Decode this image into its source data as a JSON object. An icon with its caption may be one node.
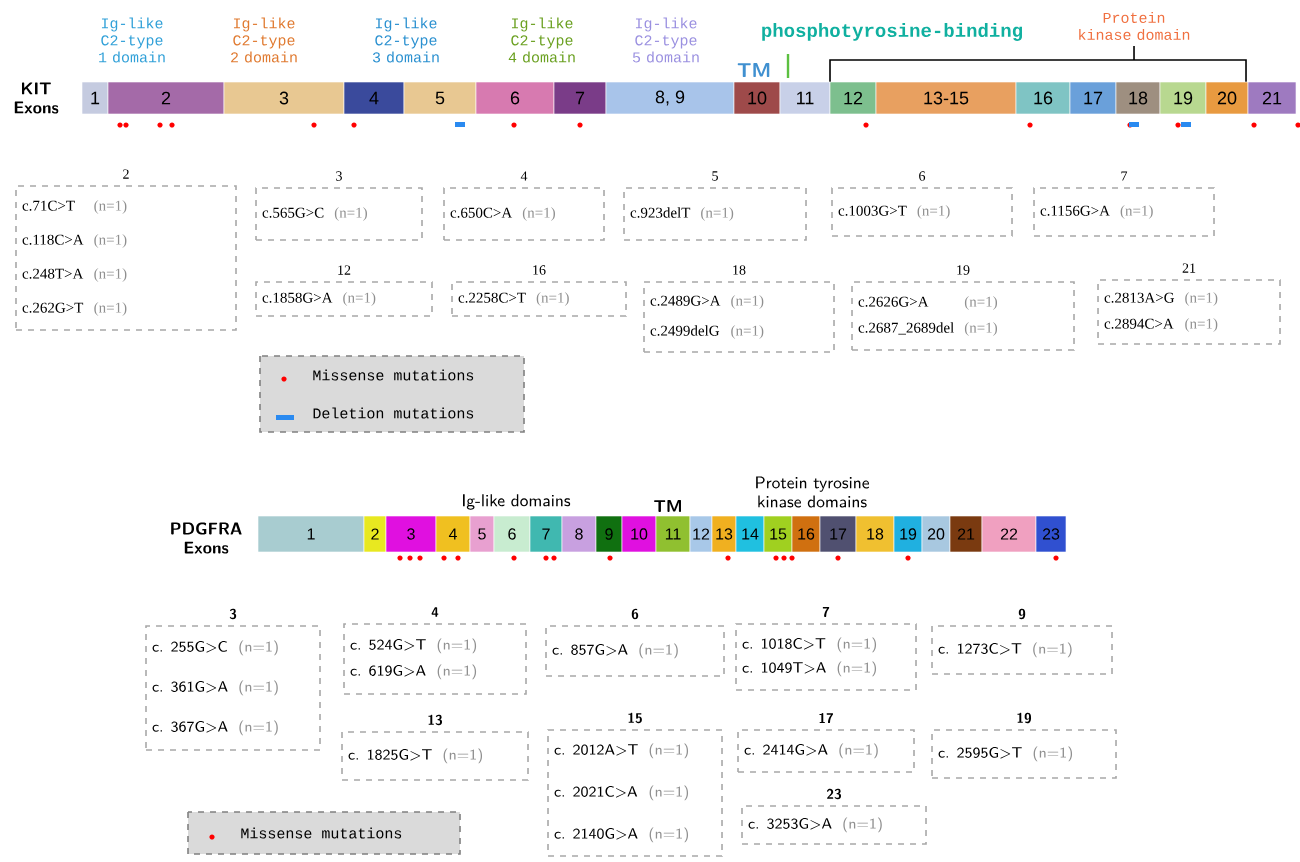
{
  "diagram": {
    "nodes": [
      {
        "text": [
          "1"
        ]
      },
      {
        "text": [
          "2"
        ]
      },
      {
        "text": [
          "3"
        ]
      },
      {
        "text": [
          "4"
        ]
      },
      {
        "text": [
          "5"
        ]
      },
      {
        "text": [
          "6"
        ]
      },
      {
        "text": [
          "7"
        ]
      },
      {
        "text": [
          "8, 9"
        ]
      },
      {
        "text": [
          "10"
        ]
      },
      {
        "text": [
          "11"
        ]
      },
      {
        "text": [
          "12"
        ]
      },
      {
        "text": [
          "13-15"
        ]
      },
      {
        "text": [
          "16"
        ]
      },
      {
        "text": [
          "17"
        ]
      },
      {
        "text": [
          "18"
        ]
      },
      {
        "text": [
          "19"
        ]
      },
      {
        "text": [
          "20"
        ]
      },
      {
        "text": [
          "21"
        ]
      },
      {
        "text": [
          "c.71C>T",
          "(n=1)",
          "c.118C>A",
          "(n=1)",
          "c.248T>A",
          "(n=1)",
          "c.262G>T",
          "(n=1)"
        ],
        "beside": [
          "2"
        ]
      },
      {
        "text": [
          "c.565G>C",
          "(n=1)"
        ],
        "beside": [
          "3"
        ]
      },
      {
        "text": [
          "c.650C>A",
          "(n=1)"
        ],
        "beside": [
          "4"
        ]
      },
      {
        "text": [
          "c.923delT",
          "(n=1)"
        ],
        "beside": [
          "5"
        ]
      },
      {
        "text": [
          "c.1003G>T",
          "(n=1)"
        ],
        "beside": [
          "6"
        ]
      },
      {
        "text": [
          "c.1156G>A",
          "(n=1)"
        ],
        "beside": [
          "7"
        ]
      },
      {
        "text": [
          "c.1858G>A",
          "(n=1)"
        ],
        "beside": [
          "12"
        ]
      },
      {
        "text": [
          "c.2258C>T",
          "(n=1)"
        ],
        "beside": [
          "16"
        ]
      },
      {
        "text": [
          "c.2489G>A",
          "(n=1)",
          "c.2499delG",
          "(n=1)"
        ],
        "beside": [
          "18"
        ]
      },
      {
        "text": [
          "c.2626G>A",
          "(n=1)",
          "c.2687_2689del",
          "(n=1)"
        ],
        "beside": [
          "19"
        ]
      },
      {
        "text": [
          "c.2813A>G",
          "(n=1)",
          "c.2894C>A",
          "(n=1)"
        ],
        "beside": [
          "21"
        ]
      },
      {
        "text": [
          "1"
        ]
      },
      {
        "text": [
          "2"
        ]
      },
      {
        "text": [
          "3"
        ]
      },
      {
        "text": [
          "4"
        ]
      },
      {
        "text": [
          "5"
        ]
      },
      {
        "text": [
          "6"
        ]
      },
      {
        "text": [
          "7"
        ]
      },
      {
        "text": [
          "8"
        ]
      },
      {
        "text": [
          "9"
        ]
      },
      {
        "text": [
          "10"
        ]
      },
      {
        "text": [
          "11"
        ]
      },
      {
        "text": [
          "12"
        ]
      },
      {
        "text": [
          "13"
        ]
      },
      {
        "text": [
          "14"
        ]
      },
      {
        "text": [
          "15"
        ]
      },
      {
        "text": [
          "16"
        ]
      },
      {
        "text": [
          "17"
        ]
      },
      {
        "text": [
          "18"
        ]
      },
      {
        "text": [
          "19"
        ]
      },
      {
        "text": [
          "20"
        ]
      },
      {
        "text": [
          "21"
        ]
      },
      {
        "text": [
          "22"
        ]
      },
      {
        "text": [
          "23"
        ]
      },
      {
        "text": [
          "c. 255G>C",
          "(n=1)",
          "c. 361G>A",
          "(n=1)",
          "c. 367G>A",
          "(n=1)"
        ],
        "beside": [
          "3"
        ]
      },
      {
        "text": [
          "c. 524G>T",
          "(n=1)",
          "c. 619G>A",
          "(n=1)"
        ],
        "beside": [
          "4"
        ]
      },
      {
        "text": [
          "c. 857G>A",
          "(n=1)"
        ],
        "beside": [
          "6"
        ]
      },
      {
        "text": [
          "c. 1018C>T",
          "(n=1)",
          "c. 1049T>A",
          "(n=1)"
        ],
        "beside": [
          "7"
        ]
      },
      {
        "text": [
          "c. 1273C>T",
          "(n=1)"
        ],
        "beside": [
          "9"
        ]
      },
      {
        "text": [
          "c. 1825G>T",
          "(n=1)"
        ],
        "beside": [
          "13"
        ]
      },
      {
        "text": [
          "c. 2012A>T",
          "(n=1)",
          "c. 2021C>A",
          "(n=1)",
          "c. 2140G>A",
          "(n=1)"
        ],
        "beside": [
          "15"
        ]
      },
      {
        "text": [
          "c. 2414G>A",
          "(n=1)"
        ],
        "beside": [
          "17"
        ]
      },
      {
        "text": [
          "c. 2595G>T",
          "(n=1)"
        ],
        "beside": [
          "19"
        ]
      },
      {
        "text": [
          "c. 3253G>A",
          "(n=1)"
        ],
        "beside": [
          "23"
        ]
      }
    ],
    "labels": [
      "Ig-like C2-type 1 domain",
      "Ig-like C2-type 2 domain",
      "Ig-like C2-type 3 domain",
      "Ig-like C2-type 4 domain",
      "Ig-like C2-type 5 domain",
      "phosphotyrosine-binding",
      "Protein kinase domain",
      "KIT Exons",
      "TM",
      "Ig-like domains",
      "TM",
      "Protein tyrosine kinase domains",
      "PDGFRA Exons"
    ],
    "legend": [
      {
        "text": "Missense mutations"
      },
      {
        "text": "Deletion mutations"
      },
      {
        "text": "Missense mutations"
      }
    ]
  }
}
